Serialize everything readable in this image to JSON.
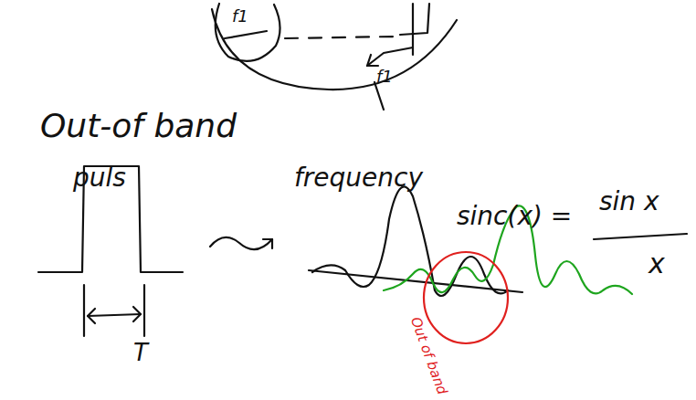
{
  "diagram": {
    "labels": [
      "f1",
      "f1",
      "Out-of band",
      "puls",
      "T",
      "frequency",
      "sinc(x) =",
      "sin x",
      "x",
      "Out of band"
    ]
  }
}
